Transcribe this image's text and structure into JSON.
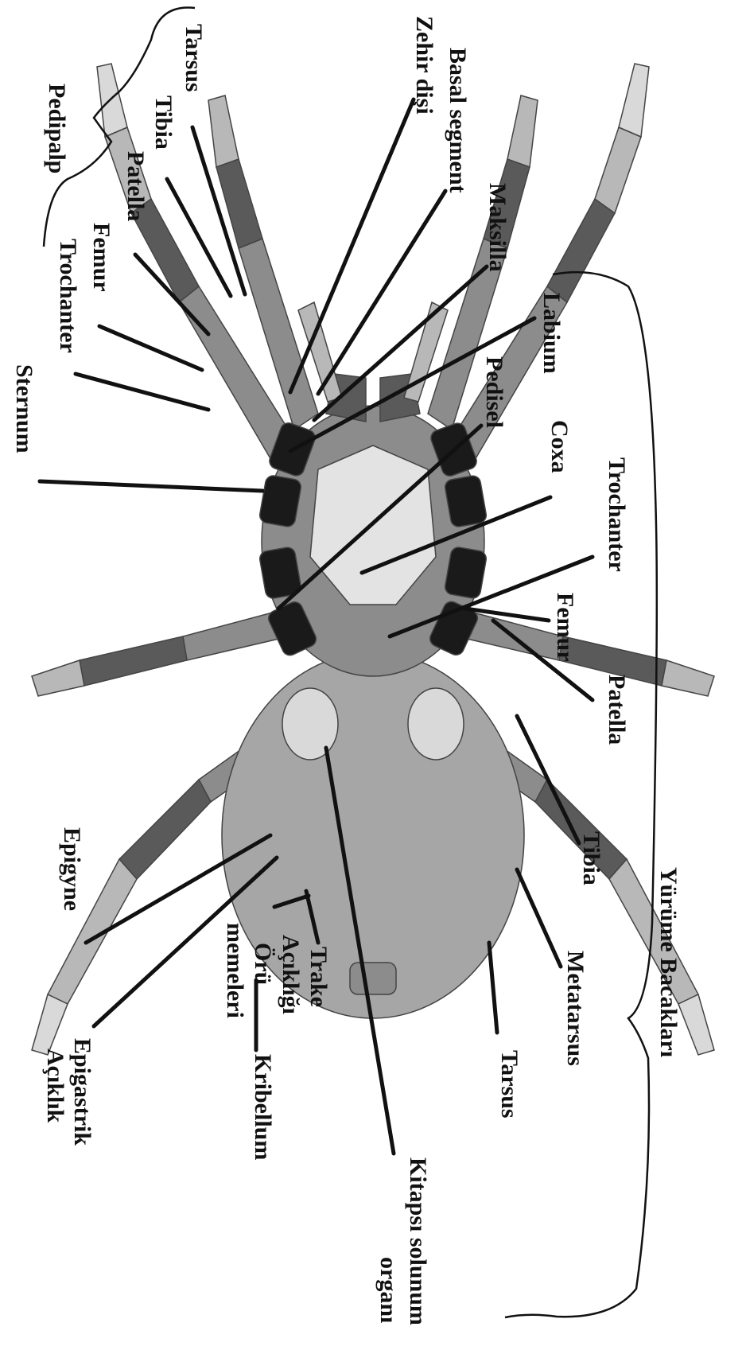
{
  "labels": {
    "pedipalp": "Pedipalp",
    "tarsus_palp": "Tarsus",
    "tibia_palp": "Tibia",
    "patella_palp": "Patella",
    "femur_palp": "Femur",
    "trochanter_palp": "Trochanter",
    "sternum": "Sternum",
    "epigyne": "Epigyne",
    "epigastrik_1": "Epigastrik",
    "epigastrik_2": "Açıklık",
    "oru_1": "Örü",
    "oru_2": "memeleri",
    "kribellum": "Kribellum",
    "trake_1": "Trake",
    "trake_2": "Açıklığı",
    "kitapsi_1": "Kitapsı solunum",
    "kitapsi_2": "organı",
    "zehir_disi": "Zehir dişi",
    "basal_segment": "Basal segment",
    "maksilla": "Maksilla",
    "labium": "Labium",
    "pedisel": "Pedisel",
    "coxa": "Coxa",
    "trochanter_leg": "Trochanter",
    "femur_leg": "Femur",
    "patella_leg": "Patella",
    "tibia_leg": "Tibia",
    "metatarsus": "Metatarsus",
    "tarsus_leg": "Tarsus",
    "yurume": "Yürüme Bacakları"
  },
  "colors": {
    "coxa": "#1a1a1a",
    "dark_segment": "#5a5a5a",
    "mid_segment": "#8c8c8c",
    "light_segment": "#b8b8b8",
    "pale_segment": "#d9d9d9",
    "abdomen": "#a6a6a6",
    "sternum": "#e3e3e3"
  }
}
